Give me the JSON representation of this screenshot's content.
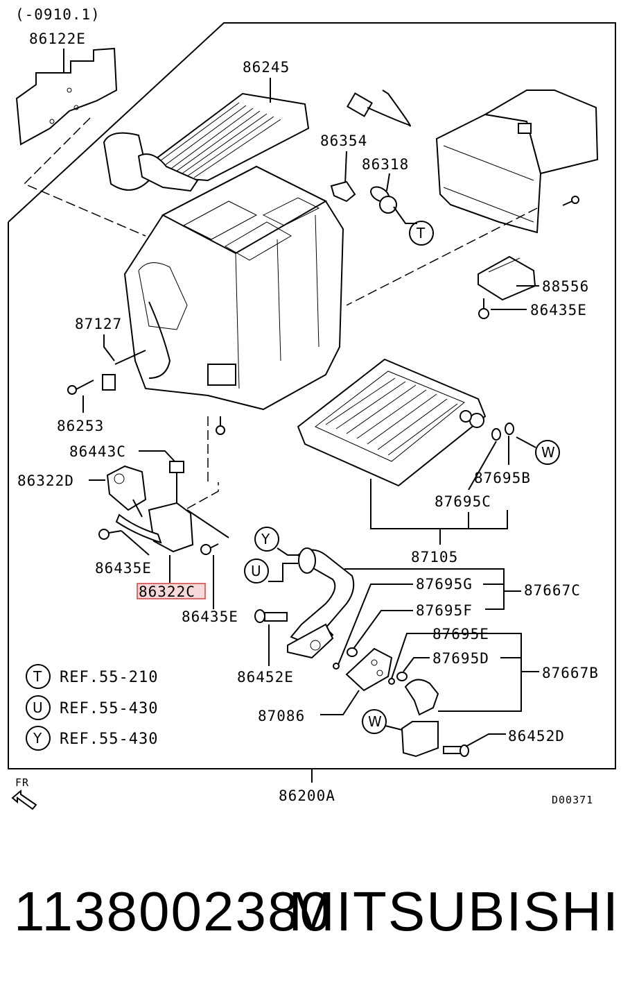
{
  "diagram": {
    "date_range": "(-0910.1)",
    "front_marker": "FR",
    "drawing_code": "D00371",
    "labels": {
      "l86122E": "86122E",
      "l86245": "86245",
      "l86354": "86354",
      "l86318": "86318",
      "l88556": "88556",
      "l86435E_a": "86435E",
      "l87127": "87127",
      "l86253": "86253",
      "l86443C": "86443C",
      "l86322D": "86322D",
      "l86435E_b": "86435E",
      "l86322C": "86322C",
      "l86435E_c": "86435E",
      "l87695B": "87695B",
      "l87695C": "87695C",
      "l87105": "87105",
      "l87695G": "87695G",
      "l87667C": "87667C",
      "l87695F": "87695F",
      "l86452E": "86452E",
      "l87695E": "87695E",
      "l87695D": "87695D",
      "l87667B": "87667B",
      "l87086": "87086",
      "l86452D": "86452D",
      "l86200A": "86200A"
    },
    "callouts": {
      "t": "T",
      "w1": "W",
      "y": "Y",
      "u": "U",
      "w2": "W"
    },
    "references": [
      {
        "letter": "T",
        "text": "REF.55-210"
      },
      {
        "letter": "U",
        "text": "REF.55-430"
      },
      {
        "letter": "Y",
        "text": "REF.55-430"
      }
    ]
  },
  "footer": {
    "part_number": "1138002380",
    "brand": "MITSUBISHI"
  }
}
